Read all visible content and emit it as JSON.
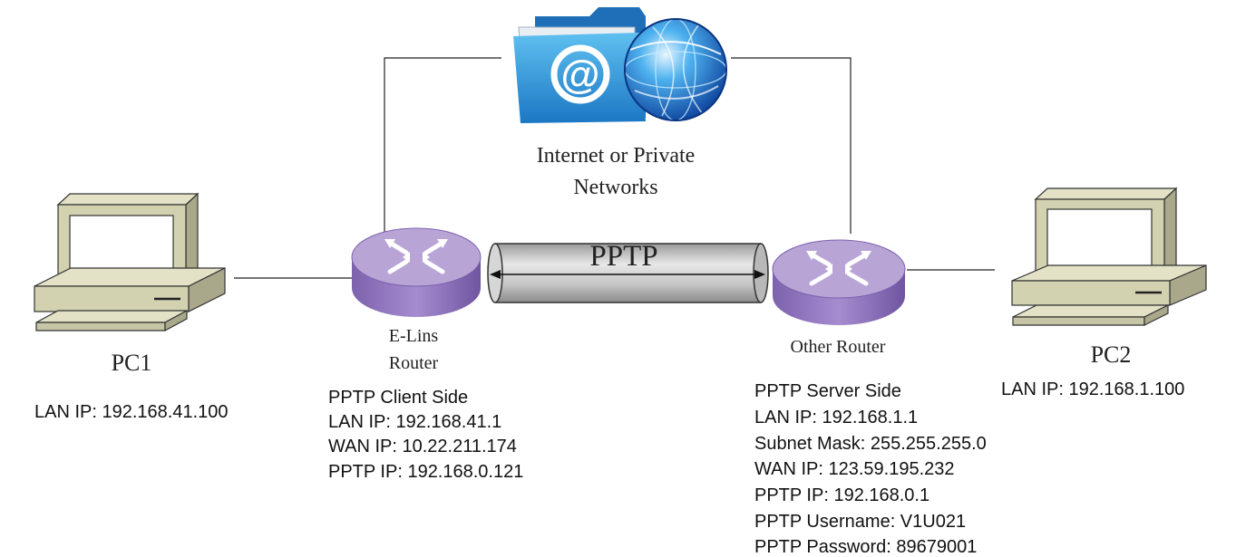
{
  "internet": {
    "label_line1": "Internet or Private",
    "label_line2": "Networks"
  },
  "tunnel": {
    "label": "PPTP"
  },
  "pc1": {
    "name": "PC1",
    "lan_ip": "LAN IP: 192.168.41.100"
  },
  "pc2": {
    "name": "PC2",
    "lan_ip": "LAN IP: 192.168.1.100"
  },
  "elins_router": {
    "name_line1": "E-Lins",
    "name_line2": "Router",
    "info": [
      "PPTP Client Side",
      "LAN IP: 192.168.41.1",
      "WAN IP: 10.22.211.174",
      "PPTP IP: 192.168.0.121"
    ]
  },
  "other_router": {
    "name": "Other Router",
    "info": [
      "PPTP Server Side",
      "LAN IP: 192.168.1.1",
      "Subnet Mask: 255.255.255.0",
      "WAN IP: 123.59.195.232",
      "PPTP IP: 192.168.0.1",
      "PPTP Username: V1U021",
      "PPTP Password: 89679001"
    ]
  },
  "colors": {
    "router_top": "#b9a6d6",
    "router_body": "#8f74be",
    "pc_body": "#d2d1b0",
    "pc_screen_bezel": "#e6e5c9",
    "tunnel": "#c8c8c8",
    "folder": "#2a8fd0",
    "globe": "#1d63c2"
  }
}
